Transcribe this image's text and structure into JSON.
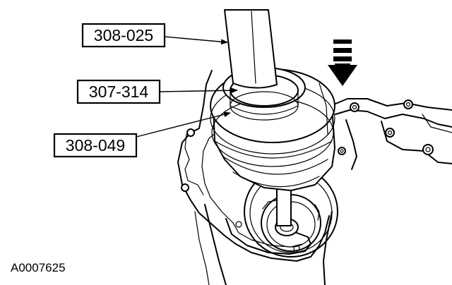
{
  "callouts": [
    {
      "label": "308-025"
    },
    {
      "label": "307-314"
    },
    {
      "label": "308-049"
    }
  ],
  "figure_id": "A0007625"
}
